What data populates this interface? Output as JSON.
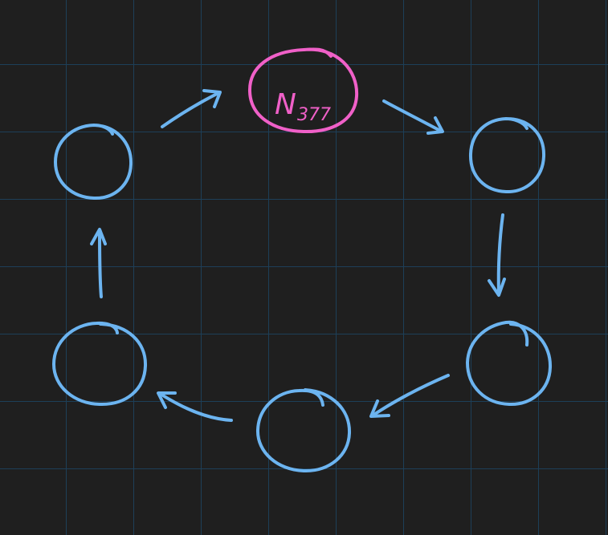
{
  "diagram": {
    "type": "cycle",
    "background_color": "#1f1f1f",
    "grid_color": "#1d3f58",
    "node_color": "#6cb4f0",
    "highlight_color": "#f060c8",
    "highlight_node": {
      "label": "N",
      "subscript": "377"
    },
    "node_count": 6,
    "edges": [
      "highlight-to-right-top",
      "right-top-to-right-bottom",
      "right-bottom-to-bottom-center",
      "bottom-center-to-left-bottom",
      "left-bottom-to-left-top",
      "left-top-to-highlight"
    ]
  }
}
